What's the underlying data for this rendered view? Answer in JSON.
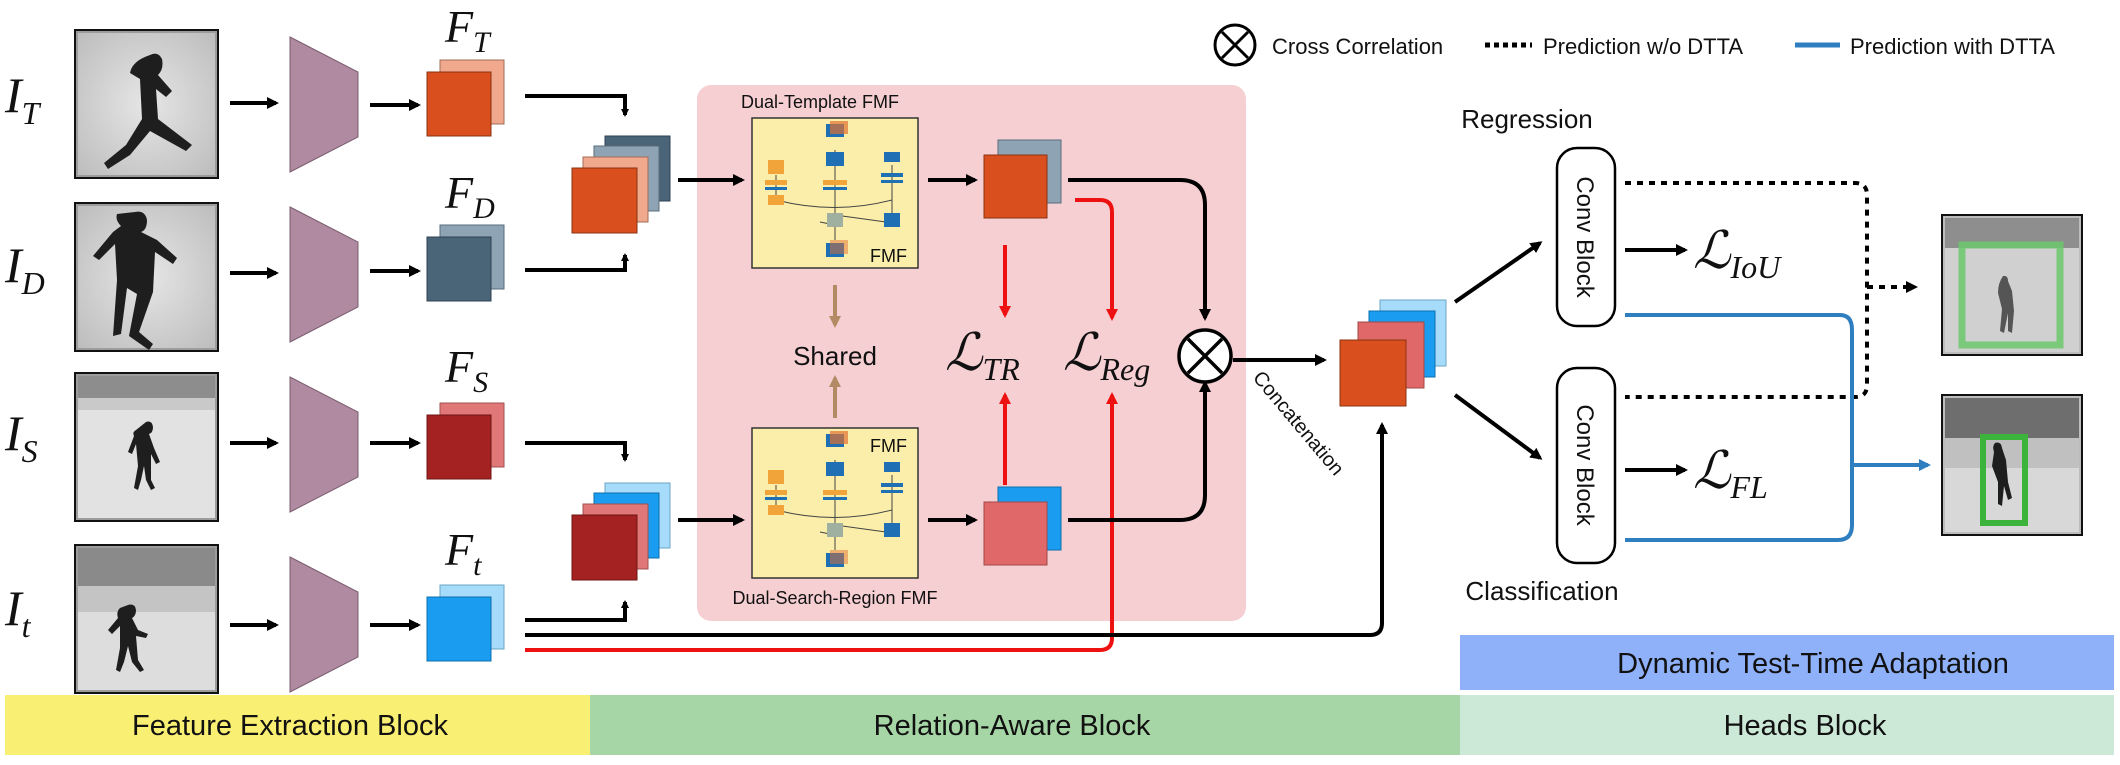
{
  "legend": {
    "cross_correlation": "Cross Correlation",
    "pred_without": "Prediction w/o DTTA",
    "pred_with": "Prediction with DTTA"
  },
  "inputs": {
    "template": {
      "symbol": "I",
      "sub": "T"
    },
    "dynamic": {
      "symbol": "I",
      "sub": "D"
    },
    "search": {
      "symbol": "I",
      "sub": "S"
    },
    "search_t": {
      "symbol": "I",
      "sub": "t"
    }
  },
  "features": {
    "template": {
      "symbol": "F",
      "sub": "T"
    },
    "dynamic": {
      "symbol": "F",
      "sub": "D"
    },
    "search": {
      "symbol": "F",
      "sub": "S"
    },
    "search_t": {
      "symbol": "F",
      "sub": "t"
    }
  },
  "fmf": {
    "dual_template_title": "Dual-Template FMF",
    "dual_search_title": "Dual-Search-Region FMF",
    "fmf_label": "FMF",
    "shared_label": "Shared"
  },
  "losses": {
    "tr": {
      "symbol": "ℒ",
      "sub": "TR"
    },
    "reg": {
      "symbol": "ℒ",
      "sub": "Reg"
    },
    "iou": {
      "symbol": "ℒ",
      "sub": "IoU"
    },
    "fl": {
      "symbol": "ℒ",
      "sub": "FL"
    }
  },
  "heads": {
    "concatenation": "Concatenation",
    "regression": "Regression",
    "classification": "Classification",
    "conv_block": "Conv Block"
  },
  "blocks": {
    "dtta": "Dynamic Test-Time Adaptation",
    "feature_extraction": "Feature Extraction Block",
    "relation_aware": "Relation-Aware Block",
    "heads": "Heads Block"
  },
  "colors": {
    "template_feat": "#d94f1e",
    "template_feat_back": "#f1a98e",
    "dynamic_feat": "#4a6478",
    "dynamic_feat_back": "#8ea3b4",
    "search_feat": "#a42221",
    "search_feat_back": "#e07878",
    "search_t_feat": "#1a9df0",
    "search_t_feat_back": "#a7dbfa",
    "backbone": "#b08aa0",
    "relation_bg": "#f6cfd3",
    "fmf_bg": "#fbeeaa",
    "dtta_bar": "#8fb1f9",
    "fe_bar": "#f9ef73",
    "ra_bar": "#a6d6a6",
    "hb_bar": "#cce8d7",
    "red_arrow": "#ee1111",
    "blue_line": "#2f7fc0",
    "shared_arrow": "#b28a63"
  }
}
